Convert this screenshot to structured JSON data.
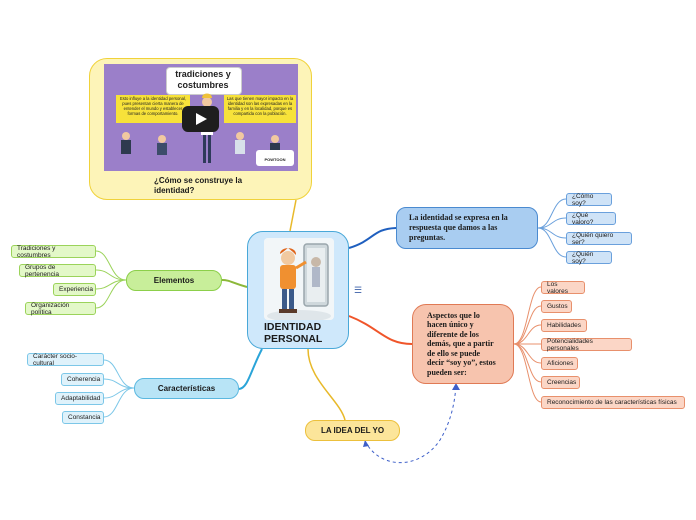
{
  "center": {
    "title": "IDENTIDAD PERSONAL"
  },
  "video_card": {
    "video_title": "tradiciones y costumbres",
    "left_text": "Esto influye a la identidad personal, pues presentan cierta manera de entender el mundo y establecer formas de comportamiento.",
    "right_text": "Las que tienen mayor impacto en la identidad son las expresadas en la familia y en la localidad, porque es compartida con la población.",
    "brand": "POWTOON",
    "caption": "¿Cómo se construye la identidad?"
  },
  "elementos": {
    "label": "Elementos",
    "items": [
      "Tradiciones y costumbres",
      "Grupos de pertenencia",
      "Experiencia",
      "Organización política"
    ]
  },
  "caracteristicas": {
    "label": "Características",
    "items": [
      "Carácter socio-cultural",
      "Coherencia",
      "Adaptabilidad",
      "Constancia"
    ]
  },
  "expresa": {
    "label": "La identidad se expresa en la respuesta que damos a las preguntas.",
    "items": [
      "¿Cómo soy?",
      "¿Qué valoro?",
      "¿Quién quiero ser?",
      "¿Quién soy?"
    ]
  },
  "aspectos": {
    "label": "Aspectos que lo hacen único y diferente de los demás, que a partir de ello se puede decir “soy yo”, estos pueden ser:",
    "items": [
      "Los valores",
      "Gustos",
      "Habilidades",
      "Potencialidades personales",
      "Aficiones",
      "Creencias",
      "Reconocimiento de las características físicas"
    ]
  },
  "idea": {
    "label": "LA IDEA DEL YO"
  },
  "colors": {
    "green": "#8ccf4a",
    "blue": "#2aa4d8",
    "darkblue": "#1f5fbf",
    "orange": "#f0552a",
    "yellow": "#e8b92a"
  }
}
